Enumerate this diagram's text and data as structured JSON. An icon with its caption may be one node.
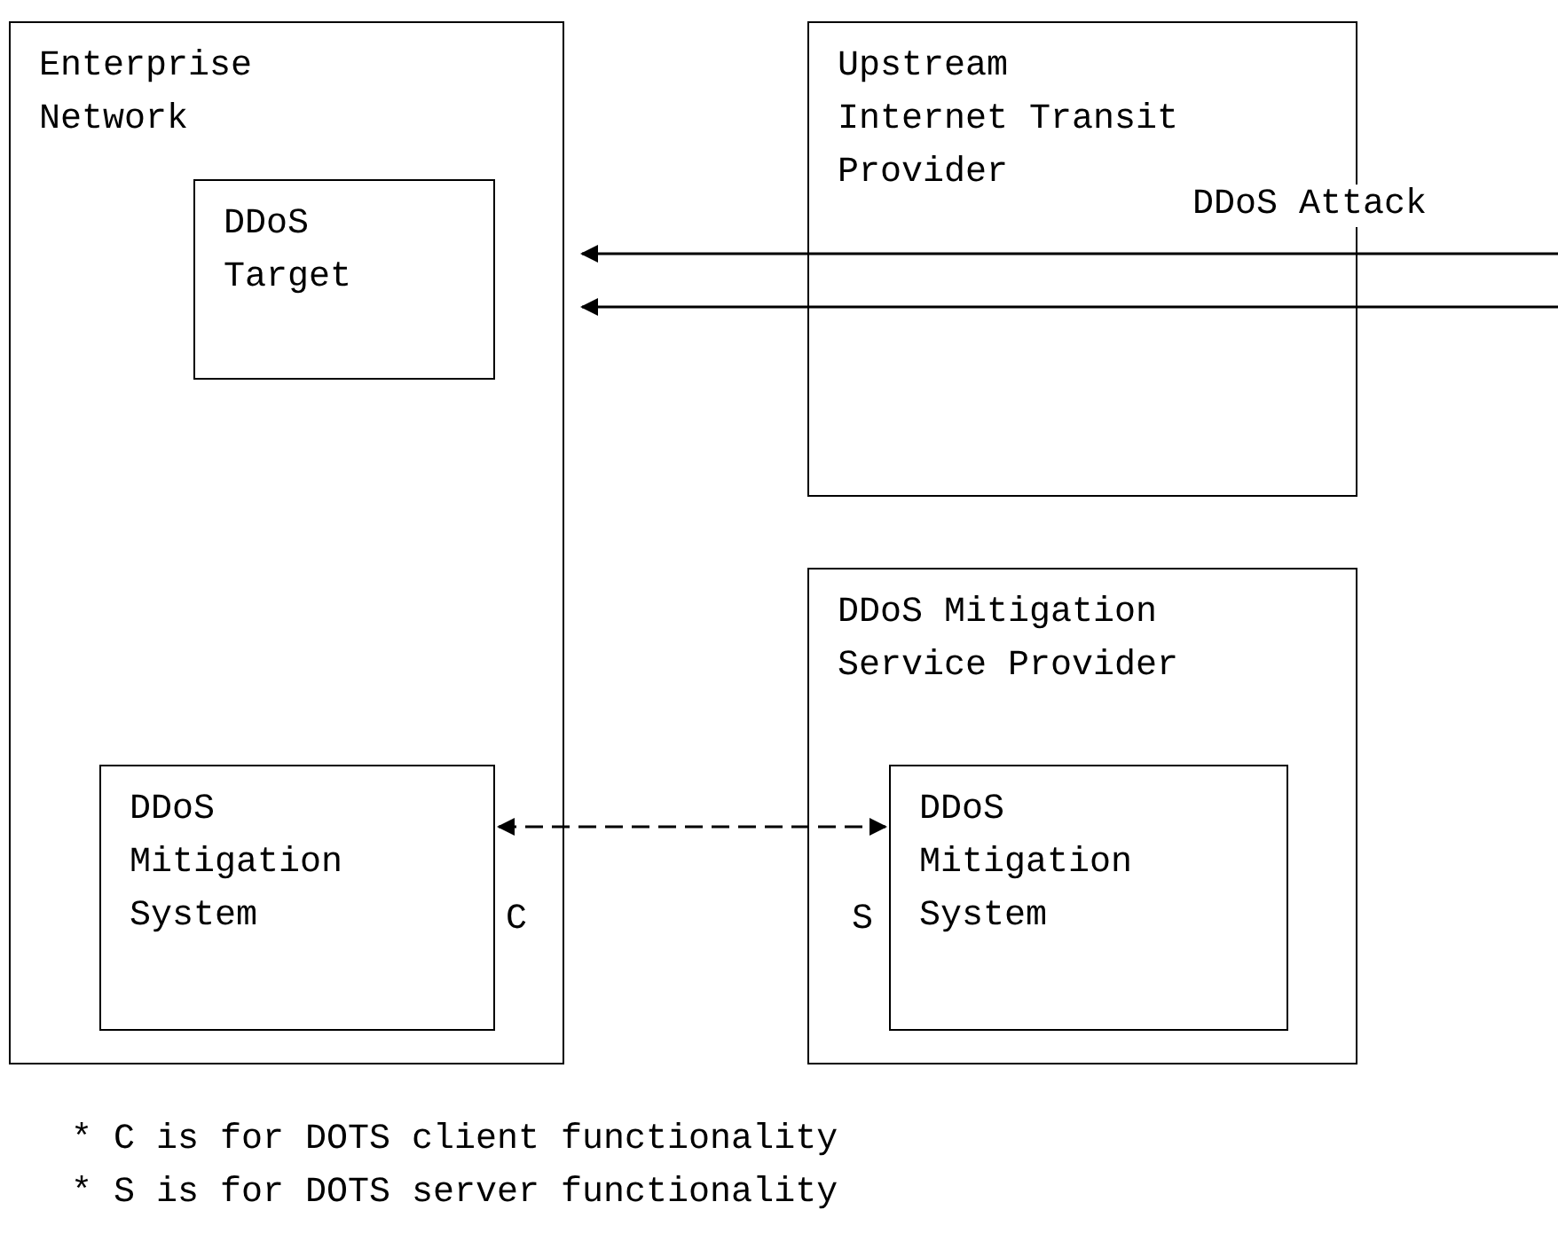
{
  "diagram": {
    "nodes": [
      {
        "text": [
          "Enterprise Network"
        ]
      },
      {
        "text": [
          "DDoS Target"
        ],
        "in": 0
      },
      {
        "text": [
          "DDoS Mitigation System"
        ],
        "in": 0,
        "beside": [
          "C"
        ]
      },
      {
        "text": [
          "Upstream Internet Transit Provider"
        ]
      },
      {
        "text": [
          "DDoS Mitigation Service Provider"
        ]
      },
      {
        "text": [
          "DDoS Mitigation System"
        ],
        "in": 4,
        "beside": [
          "S"
        ]
      }
    ],
    "edges": [
      {
        "from": null,
        "to": 0,
        "arrow": "to",
        "label": "DDoS Attack"
      },
      {
        "from": null,
        "to": 0,
        "arrow": "to"
      },
      {
        "from": 2,
        "to": 5,
        "arrow": "both",
        "style": "dashed"
      }
    ],
    "labels": [
      "* C is for DOTS client functionality",
      "* S is for DOTS server functionality"
    ]
  }
}
